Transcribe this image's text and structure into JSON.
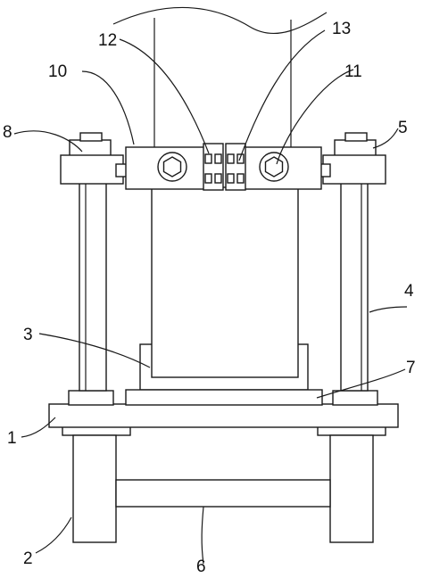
{
  "diagram": {
    "type": "mechanical-drawing",
    "line_color": "#1a1a1a",
    "background": "#ffffff",
    "callouts": {
      "c1": "1",
      "c2": "2",
      "c3": "3",
      "c4": "4",
      "c5": "5",
      "c6": "6",
      "c7": "7",
      "c8": "8",
      "c10": "10",
      "c11": "11",
      "c12": "12",
      "c13": "13"
    }
  }
}
